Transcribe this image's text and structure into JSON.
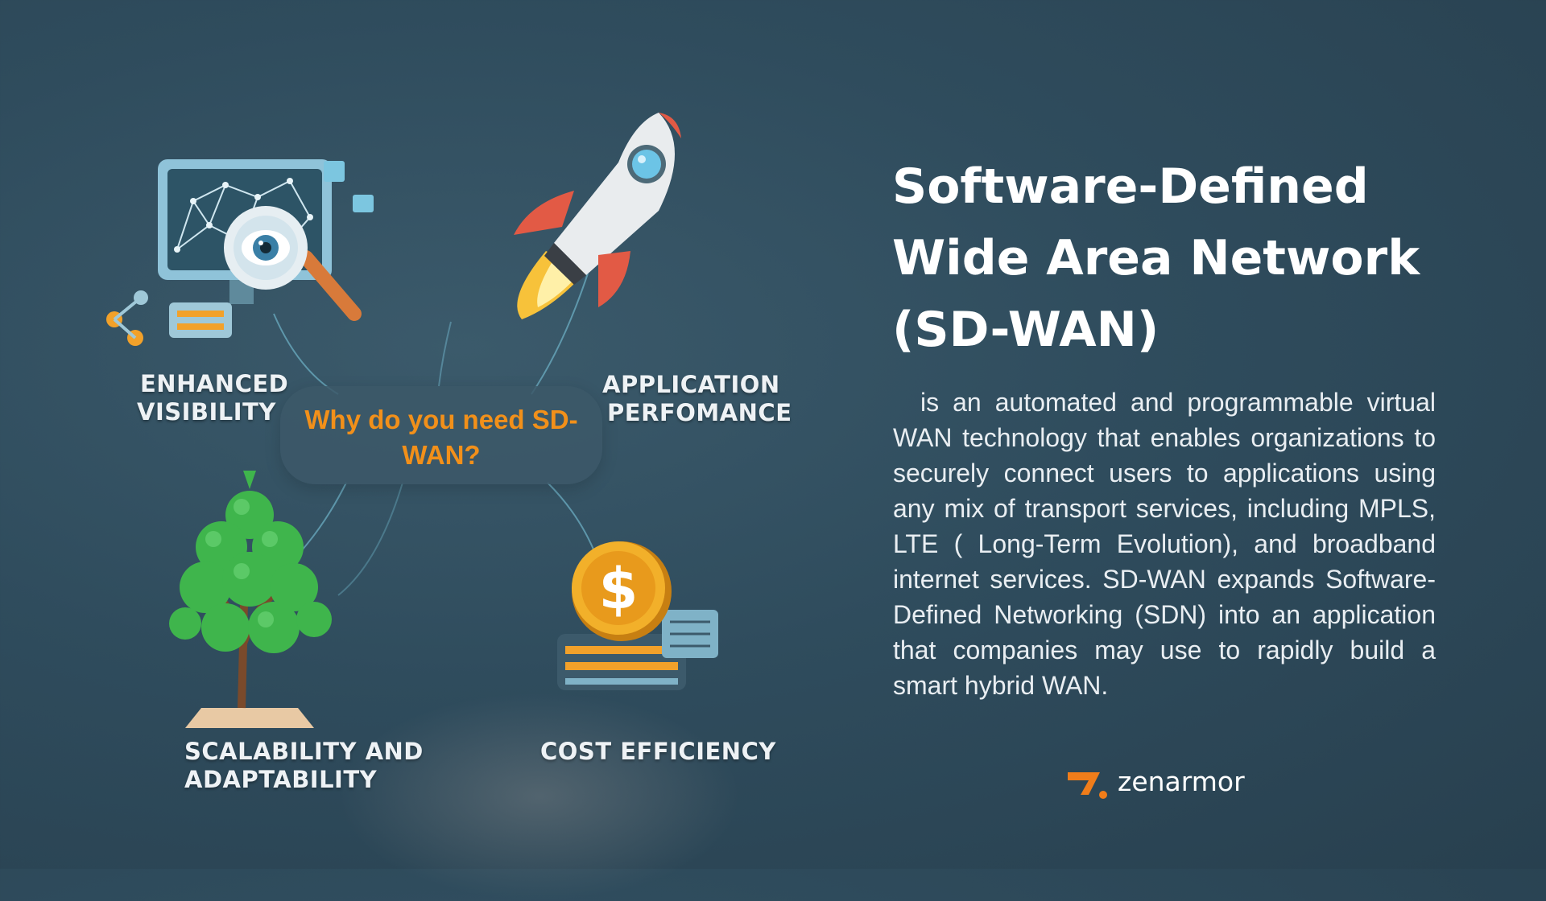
{
  "diagram": {
    "question": "Why do you need SD-WAN?",
    "features": [
      {
        "label": "ENHANCED VISIBILITY",
        "line1": "ENHANCED",
        "line2": "VISIBILITY",
        "icon": "monitor-magnifier-eye-icon"
      },
      {
        "label": "APPLICATION PERFOMANCE",
        "line1": "APPLICATION",
        "line2": "PERFOMANCE",
        "icon": "rocket-icon"
      },
      {
        "label": "SCALABILITY AND ADAPTABILITY",
        "line1": "SCALABILITY AND",
        "line2": "ADAPTABILITY",
        "icon": "tree-icon"
      },
      {
        "label": "COST EFFICIENCY",
        "line1": "COST EFFICIENCY",
        "line2": "",
        "icon": "dollar-coin-server-icon"
      }
    ]
  },
  "content": {
    "title_lines": [
      "Software-Defined",
      "Wide Area Network",
      "(SD-WAN)"
    ],
    "description": "is an automated and programmable virtual WAN technology that enables organizations to securely connect users to applications using any mix of transport services, including MPLS, LTE ( Long-Term Evolution), and broadband internet services. SD-WAN expands Software-Defined Networking (SDN) into an application that companies may use to rapidly build a smart hybrid WAN."
  },
  "brand": {
    "name": "zenarmor",
    "icon": "zenarmor-logo-icon"
  },
  "colors": {
    "background": "#2f4c5d",
    "accent": "#f2901a",
    "text": "#ffffff"
  }
}
